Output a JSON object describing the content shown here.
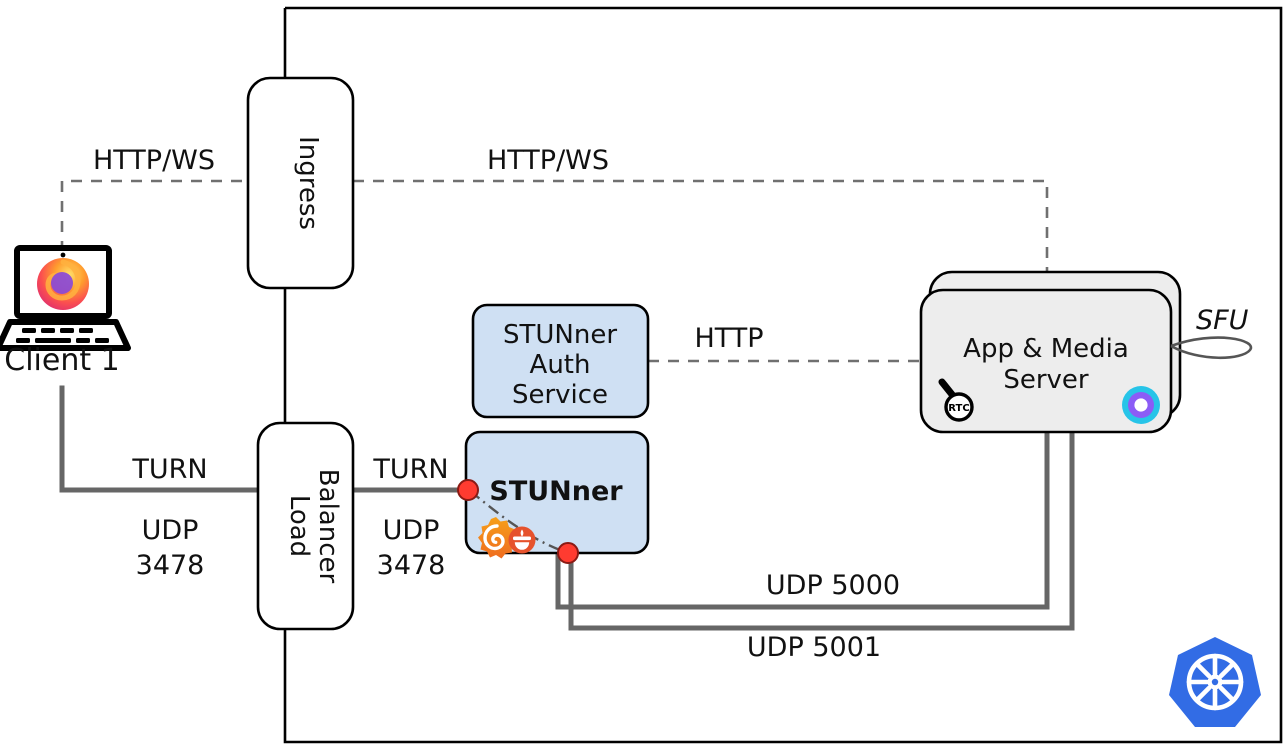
{
  "diagram": {
    "title": "STUNner Kubernetes WebRTC media gateway deployment",
    "cluster_boundary_label": "",
    "colors": {
      "stunner_fill": "#cfe0f3",
      "server_fill": "#ededed",
      "node_stroke": "#000000",
      "solid_link": "#666666",
      "dashed_link": "#707070",
      "endpoint_dot": "#ff3b30",
      "kubernetes_blue": "#326ce5"
    }
  },
  "nodes": {
    "client": {
      "label": "Client 1",
      "icon": "laptop-firefox-icon"
    },
    "ingress": {
      "label": "Ingress",
      "orientation": "vertical"
    },
    "load_balancer": {
      "label": "Load Balancer",
      "line1": "Load",
      "line2": "Balancer",
      "orientation": "vertical"
    },
    "auth_service": {
      "line1": "STUNner",
      "line2": "Auth",
      "line3": "Service"
    },
    "stunner": {
      "label": "STUNner",
      "icons": [
        "grafana-icon",
        "prometheus-icon"
      ]
    },
    "media_server": {
      "line1": "App & Media",
      "line2": "Server",
      "icons": [
        "webrtc-icon",
        "livekit-icon"
      ],
      "self_loop_label": "SFU"
    },
    "kubernetes": {
      "label": "kubernetes-logo"
    }
  },
  "edges": [
    {
      "id": "client-ingress",
      "label": "HTTP/WS",
      "style": "dashed"
    },
    {
      "id": "ingress-server",
      "label": "HTTP/WS",
      "style": "dashed"
    },
    {
      "id": "auth-server",
      "label": "HTTP",
      "style": "dashed"
    },
    {
      "id": "client-lb",
      "label_line1": "TURN",
      "label_line2": "UDP",
      "label_line3": "3478",
      "style": "solid"
    },
    {
      "id": "lb-stunner",
      "label_line1": "TURN",
      "label_line2": "UDP",
      "label_line3": "3478",
      "style": "solid"
    },
    {
      "id": "stunner-server-a",
      "label": "UDP 5000",
      "style": "solid"
    },
    {
      "id": "stunner-server-b",
      "label": "UDP 5001",
      "style": "solid"
    }
  ],
  "labels": {
    "http_ws_left": "HTTP/WS",
    "http_ws_right": "HTTP/WS",
    "http": "HTTP",
    "turn_left": "TURN",
    "turn_right": "TURN",
    "udp_left_1": "UDP",
    "udp_left_2": "3478",
    "udp_right_1": "UDP",
    "udp_right_2": "3478",
    "udp_5000": "UDP 5000",
    "udp_5001": "UDP 5001",
    "sfu": "SFU",
    "client_name": "Client 1",
    "ingress_name": "Ingress",
    "lb_name_1": "Load",
    "lb_name_2": "Balancer",
    "auth_1": "STUNner",
    "auth_2": "Auth",
    "auth_3": "Service",
    "stunner_name": "STUNner",
    "server_1": "App & Media",
    "server_2": "Server"
  }
}
